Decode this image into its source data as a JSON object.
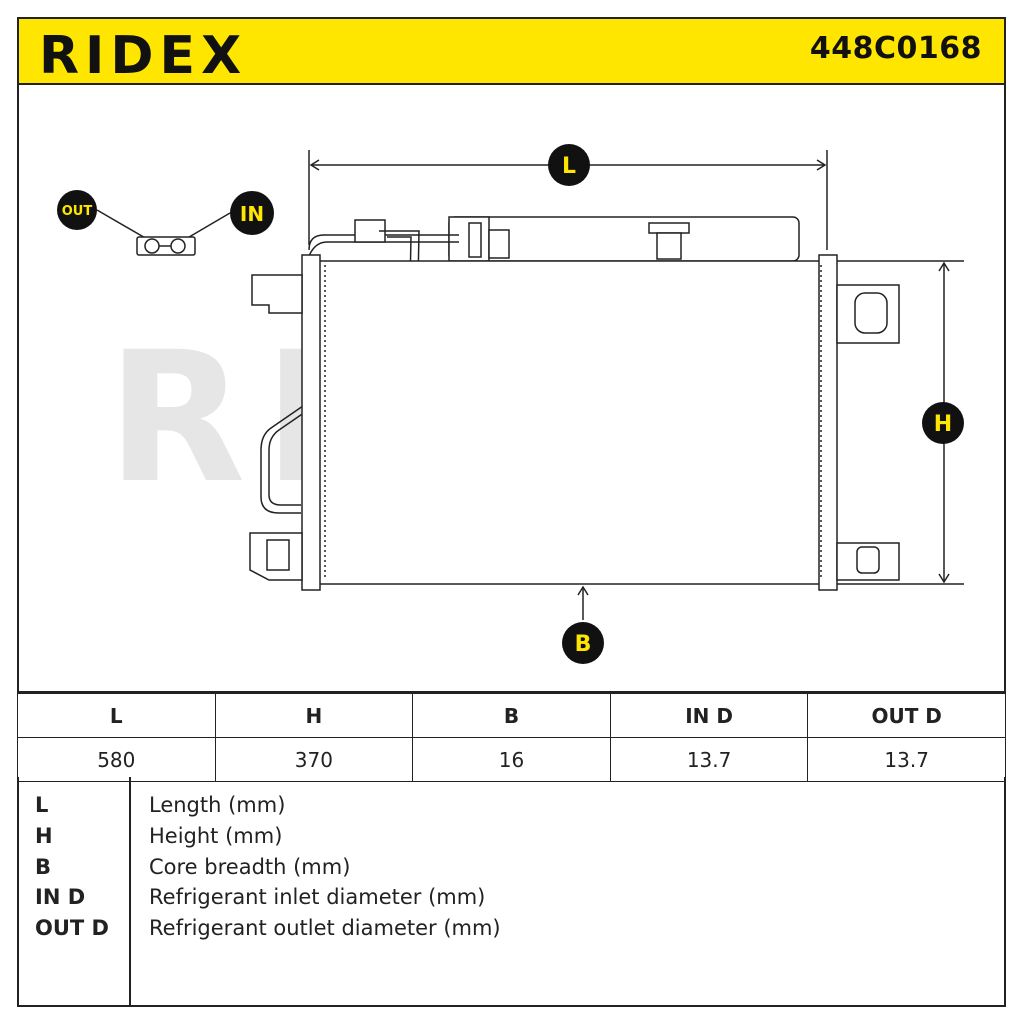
{
  "brand": "RIDEX",
  "part_number": "448C0168",
  "watermark": "RIDEX",
  "diagram": {
    "badges": {
      "out": "OUT",
      "in": "IN",
      "length": "L",
      "height": "H",
      "breadth": "B"
    }
  },
  "specs": {
    "headers": [
      "L",
      "H",
      "B",
      "IN D",
      "OUT D"
    ],
    "values": [
      "580",
      "370",
      "16",
      "13.7",
      "13.7"
    ]
  },
  "legend": [
    {
      "key": "L",
      "desc": "Length (mm)"
    },
    {
      "key": "H",
      "desc": "Height (mm)"
    },
    {
      "key": "B",
      "desc": "Core breadth (mm)"
    },
    {
      "key": "IN D",
      "desc": "Refrigerant inlet diameter (mm)"
    },
    {
      "key": "OUT D",
      "desc": "Refrigerant outlet diameter (mm)"
    }
  ],
  "colors": {
    "accent": "#ffe600",
    "line": "#222222",
    "watermark": "#e6e6e6"
  }
}
